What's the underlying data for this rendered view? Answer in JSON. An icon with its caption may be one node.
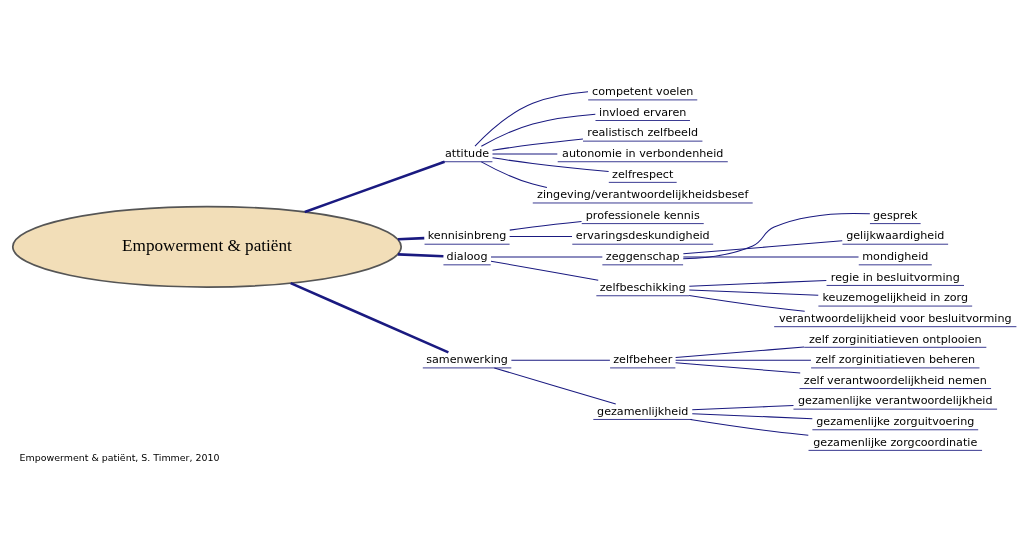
{
  "diagram": {
    "caption": "Empowerment & patiënt, S. Timmer, 2010",
    "nodes": [
      {
        "text": [
          "Empowerment & patiënt"
        ]
      },
      {
        "text": [
          "attitude"
        ]
      },
      {
        "text": [
          "competent voelen"
        ]
      },
      {
        "text": [
          "invloed ervaren"
        ]
      },
      {
        "text": [
          "realistisch zelfbeeld"
        ]
      },
      {
        "text": [
          "autonomie in verbondenheid"
        ]
      },
      {
        "text": [
          "zelfrespect"
        ]
      },
      {
        "text": [
          "zingeving/verantwoordelijkheidsbesef"
        ]
      },
      {
        "text": [
          "kennisinbreng"
        ]
      },
      {
        "text": [
          "professionele kennis"
        ]
      },
      {
        "text": [
          "ervaringsdeskundigheid"
        ]
      },
      {
        "text": [
          "dialoog"
        ]
      },
      {
        "text": [
          "zeggenschap"
        ]
      },
      {
        "text": [
          "gesprek"
        ]
      },
      {
        "text": [
          "gelijkwaardigheid"
        ]
      },
      {
        "text": [
          "mondigheid"
        ]
      },
      {
        "text": [
          "zelfbeschikking"
        ]
      },
      {
        "text": [
          "regie in besluitvorming"
        ]
      },
      {
        "text": [
          "keuzemogelijkheid in zorg"
        ]
      },
      {
        "text": [
          "verantwoordelijkheid voor besluitvorming"
        ]
      },
      {
        "text": [
          "samenwerking"
        ]
      },
      {
        "text": [
          "zelfbeheer"
        ]
      },
      {
        "text": [
          "zelf zorginitiatieven ontplooien"
        ]
      },
      {
        "text": [
          "zelf zorginitiatieven beheren"
        ]
      },
      {
        "text": [
          "zelf verantwoordelijkheid nemen"
        ]
      },
      {
        "text": [
          "gezamenlijkheid"
        ]
      },
      {
        "text": [
          "gezamenlijke verantwoordelijkheid"
        ]
      },
      {
        "text": [
          "gezamenlijke zorguitvoering"
        ]
      },
      {
        "text": [
          "gezamenlijke zorgcoordinatie"
        ]
      }
    ],
    "edges": [
      {
        "from": 0,
        "to": 1,
        "arrow": "none",
        "style": "thick"
      },
      {
        "from": 1,
        "to": 2,
        "arrow": "none"
      },
      {
        "from": 1,
        "to": 3,
        "arrow": "none"
      },
      {
        "from": 1,
        "to": 4,
        "arrow": "none"
      },
      {
        "from": 1,
        "to": 5,
        "arrow": "none"
      },
      {
        "from": 1,
        "to": 6,
        "arrow": "none"
      },
      {
        "from": 1,
        "to": 7,
        "arrow": "none"
      },
      {
        "from": 0,
        "to": 8,
        "arrow": "none",
        "style": "thick"
      },
      {
        "from": 8,
        "to": 9,
        "arrow": "none"
      },
      {
        "from": 8,
        "to": 10,
        "arrow": "none"
      },
      {
        "from": 0,
        "to": 11,
        "arrow": "none",
        "style": "thick"
      },
      {
        "from": 11,
        "to": 12,
        "arrow": "none"
      },
      {
        "from": 12,
        "to": 13,
        "arrow": "none"
      },
      {
        "from": 12,
        "to": 14,
        "arrow": "none"
      },
      {
        "from": 12,
        "to": 15,
        "arrow": "none"
      },
      {
        "from": 11,
        "to": 16,
        "arrow": "none"
      },
      {
        "from": 16,
        "to": 17,
        "arrow": "none"
      },
      {
        "from": 16,
        "to": 18,
        "arrow": "none"
      },
      {
        "from": 16,
        "to": 19,
        "arrow": "none"
      },
      {
        "from": 0,
        "to": 20,
        "arrow": "none",
        "style": "thick"
      },
      {
        "from": 20,
        "to": 21,
        "arrow": "none"
      },
      {
        "from": 21,
        "to": 22,
        "arrow": "none"
      },
      {
        "from": 21,
        "to": 23,
        "arrow": "none"
      },
      {
        "from": 21,
        "to": 24,
        "arrow": "none"
      },
      {
        "from": 20,
        "to": 25,
        "arrow": "none"
      },
      {
        "from": 25,
        "to": 26,
        "arrow": "none"
      },
      {
        "from": 25,
        "to": 27,
        "arrow": "none"
      },
      {
        "from": 25,
        "to": 28,
        "arrow": "none"
      }
    ]
  }
}
